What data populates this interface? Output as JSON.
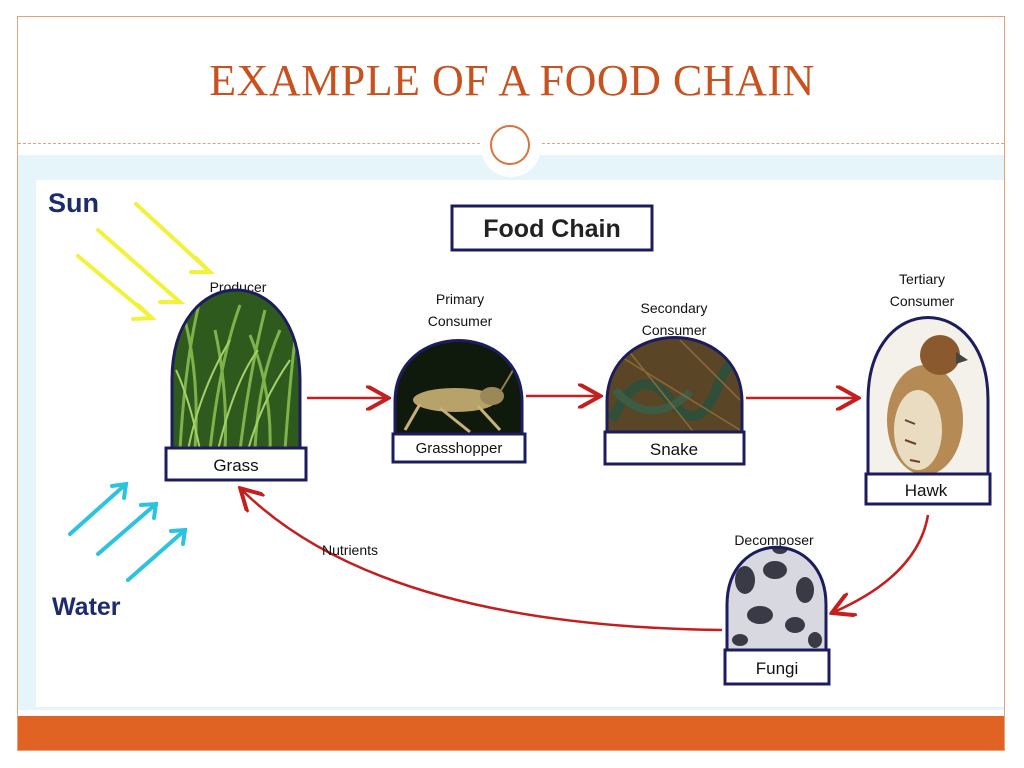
{
  "slide": {
    "title": "EXAMPLE OF A FOOD CHAIN"
  },
  "diagram": {
    "heading": "Food Chain",
    "sun_label": "Sun",
    "water_label": "Water",
    "nutrients_label": "Nutrients",
    "nodes": [
      {
        "role": "Producer",
        "name": "Grass",
        "icon": "grass-image"
      },
      {
        "role_line1": "Primary",
        "role_line2": "Consumer",
        "name": "Grasshopper",
        "icon": "grasshopper-image"
      },
      {
        "role_line1": "Secondary",
        "role_line2": "Consumer",
        "name": "Snake",
        "icon": "snake-image"
      },
      {
        "role_line1": "Tertiary",
        "role_line2": "Consumer",
        "name": "Hawk",
        "icon": "hawk-image"
      },
      {
        "role": "Decomposer",
        "name": "Fungi",
        "icon": "fungi-image"
      }
    ]
  },
  "colors": {
    "accent": "#c8521f",
    "footer": "#e06324",
    "arrow": "#c41e1e",
    "frame_border": "#1c1c5e",
    "sun": "#f2f23a",
    "water": "#2cc3e0",
    "label_blue": "#1b2b6b"
  }
}
